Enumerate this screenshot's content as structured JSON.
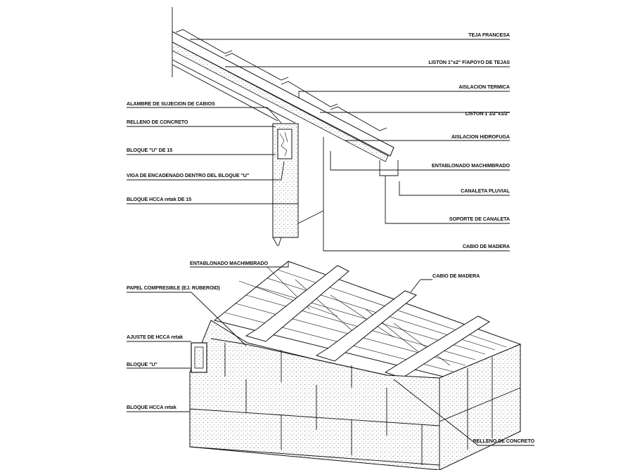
{
  "top_section": {
    "right_labels": [
      "TEJA FRANCESA",
      "LISTON 1\"x2\" F/APOYO DE TEJAS",
      "AISLACION TERMICA",
      "LISTON 1 1/2\"x1/2\"",
      "AISLACION HIDROFUGA",
      "ENTABLONADO MACHIMBRADO",
      "CANALETA PLUVIAL",
      "SOPORTE DE CANALETA",
      "CABIO DE MADERA"
    ],
    "left_labels": [
      "ALAMBRE DE SUJECION DE CABIOS",
      "RELLENO DE CONCRETO",
      "BLOQUE \"U\" DE 15",
      "VIGA DE ENCADENADO DENTRO DEL BLOQUE \"U\"",
      "BLOQUE HCCA retak DE 15"
    ]
  },
  "bottom_section": {
    "top_labels": [
      "ENTABLONADO MACHIMBRADO",
      "CABIO DE MADERA"
    ],
    "left_labels": [
      "PAPEL COMPRESIBLE (EJ. RUBEROID)",
      "AJUSTE DE HCCA retak",
      "BLOQUE \"U\"",
      "BLOQUE HCCA retak"
    ],
    "bottom_right_label": "RELLENO DE CONCRETO"
  }
}
